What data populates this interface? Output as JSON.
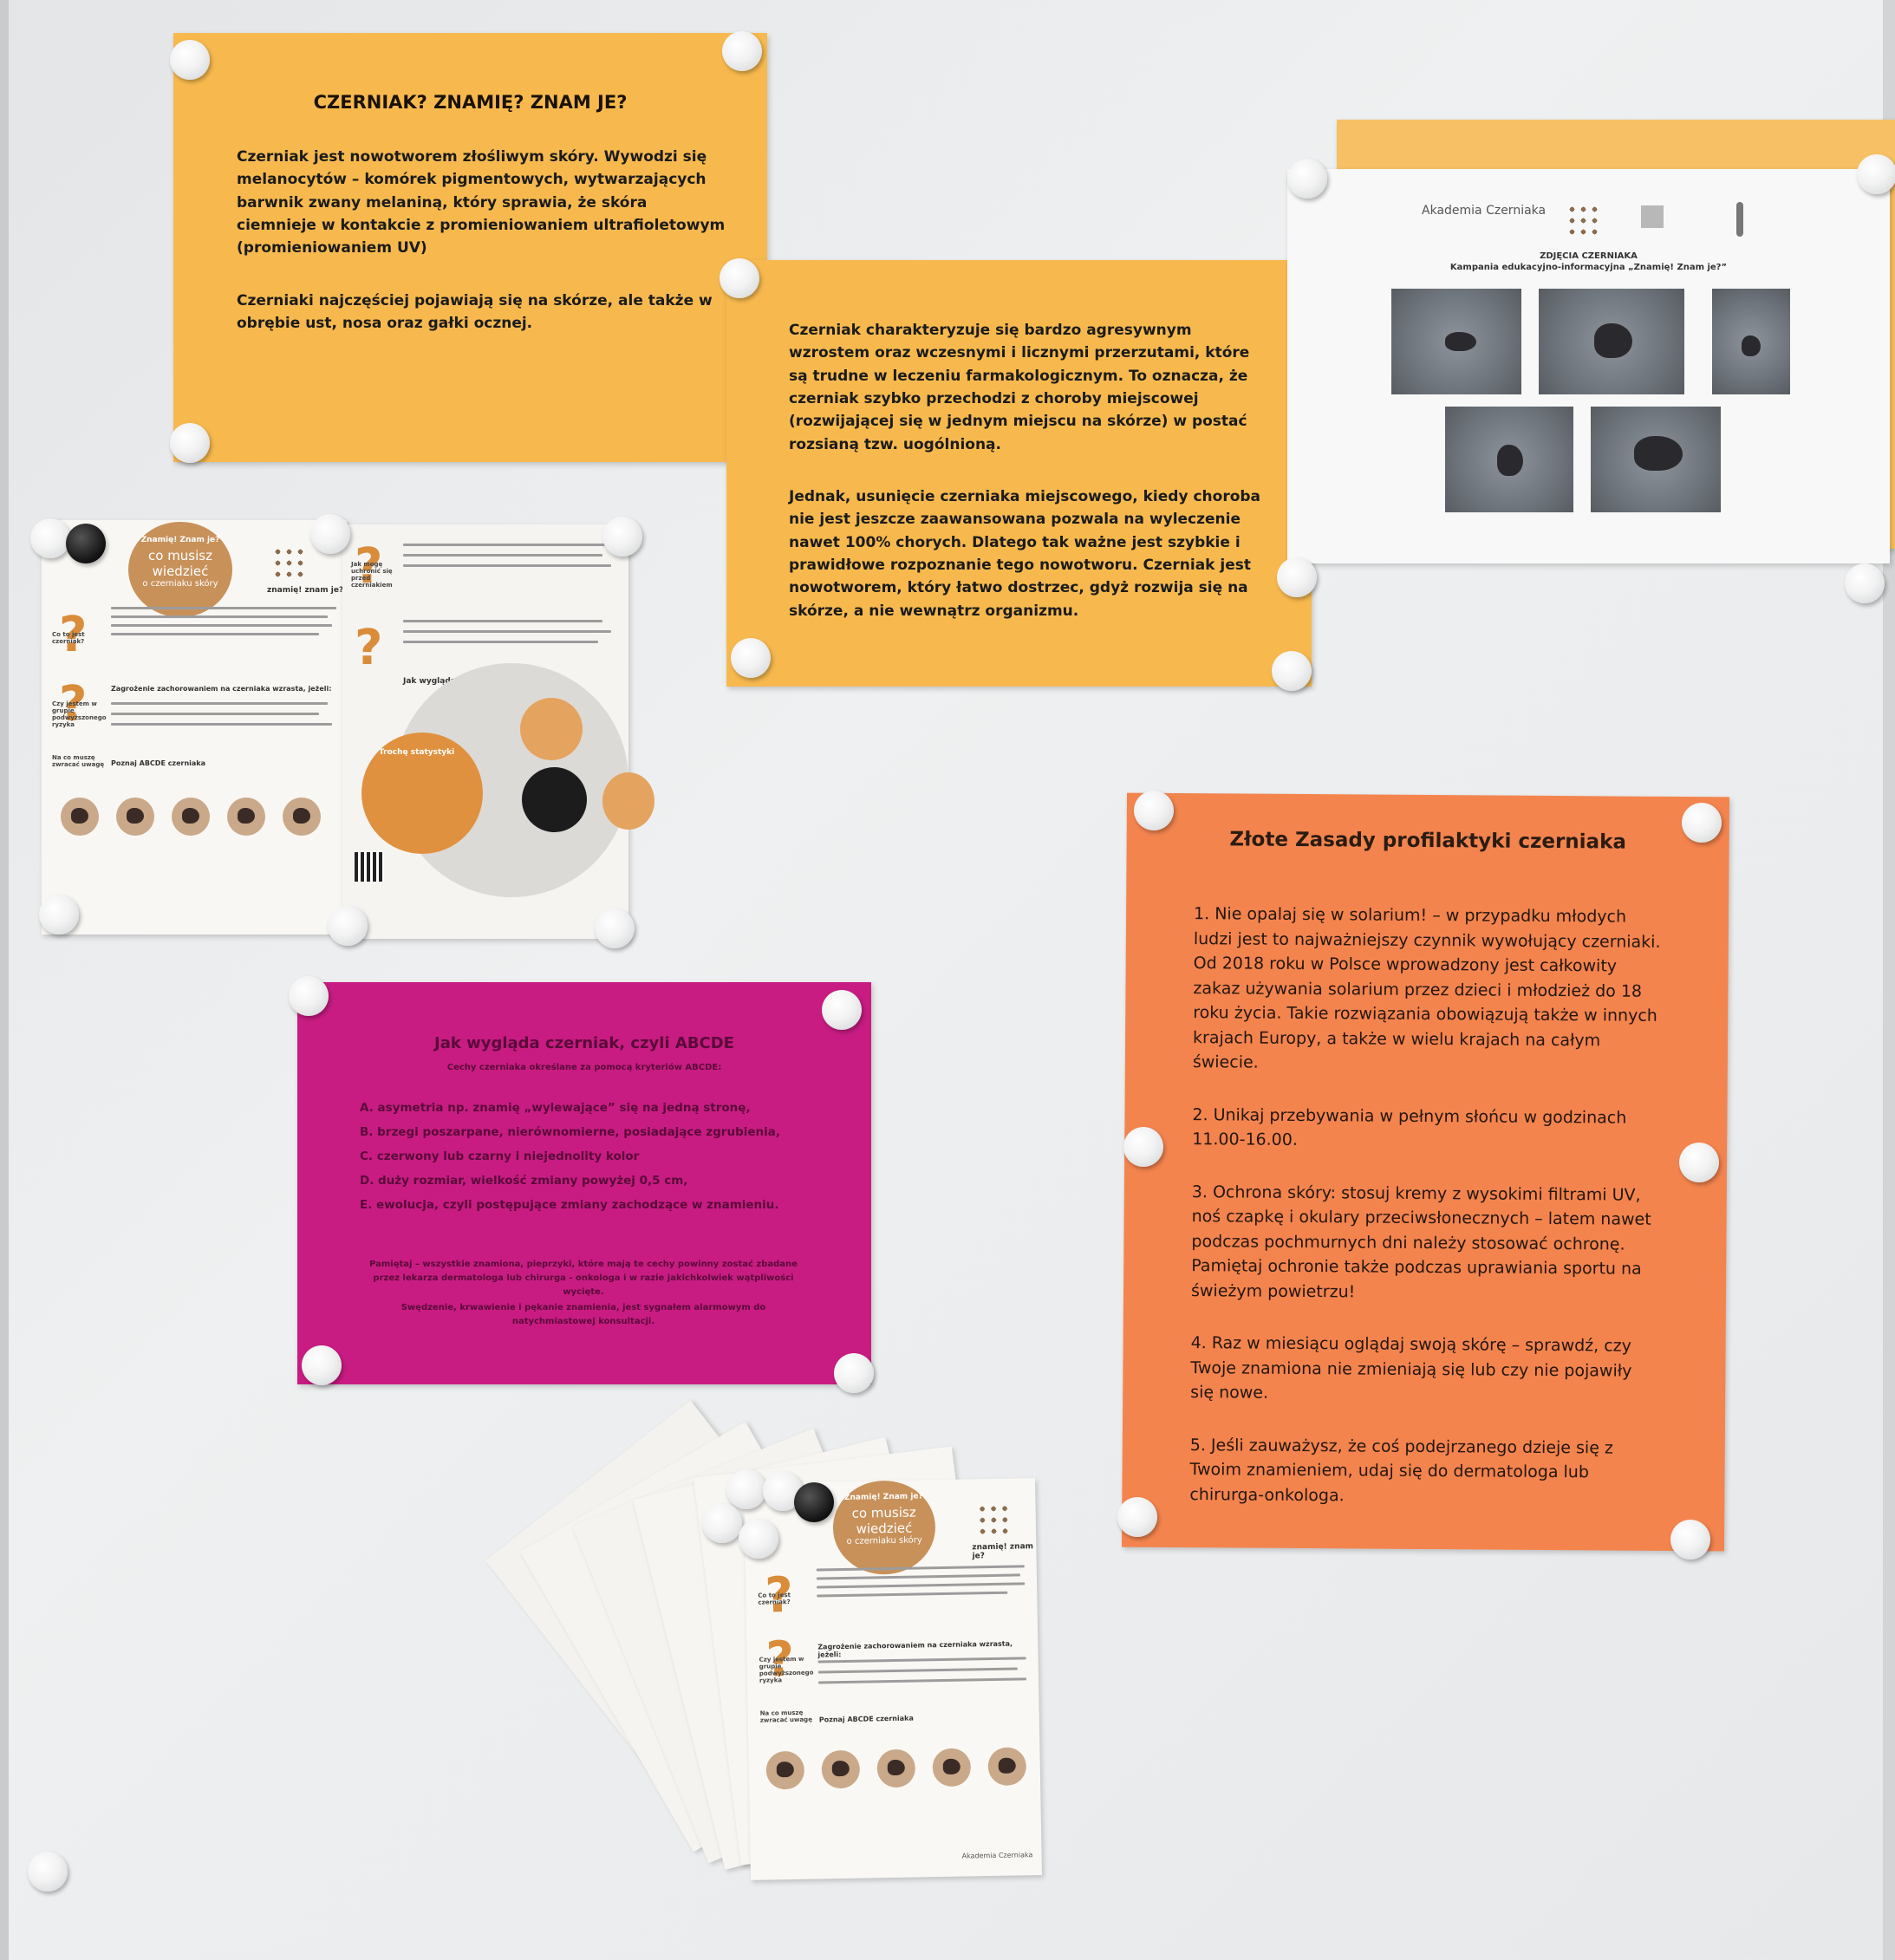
{
  "poster_czerniak_intro": {
    "title": "CZERNIAK? ZNAMIĘ? ZNAM JE?",
    "para1": "Czerniak jest nowotworem złośliwym skóry. Wywodzi się melanocytów – komórek pigmentowych, wytwarzających barwnik zwany melaniną, który sprawia, że skóra ciemnieje w kontakcie z promieniowaniem ultrafioletowym (promieniowaniem UV)",
    "para2": "Czerniaki najczęściej pojawiają się na skórze, ale także w obrębie ust, nosa oraz gałki ocznej."
  },
  "poster_czerniak_aggressive": {
    "para1": "Czerniak charakteryzuje się bardzo agresywnym wzrostem oraz wczesnymi i licznymi przerzutami, które są trudne w leczeniu farmakologicznym. To oznacza, że czerniak szybko przechodzi z choroby miejscowej (rozwijającej się w jednym miejscu na skórze) w postać rozsianą tzw. uogólnioną.",
    "para2": "Jednak, usunięcie czerniaka miejscowego, kiedy choroba nie jest jeszcze zaawansowana pozwala na wyleczenie nawet 100% chorych. Dlatego tak ważne jest szybkie i prawidłowe rozpoznanie tego nowotworu. Czerniak jest nowotworem, który łatwo dostrzec, gdyż rozwija się na skórze, a nie wewnątrz organizmu."
  },
  "photo_sheet": {
    "logo_text": "Akademia Czerniaka",
    "heading": "ZDJĘCIA CZERNIAKA",
    "subheading": "Kampania edukacyjno-informacyjna „Znamię! Znam je?”"
  },
  "leaflet_top": {
    "badge_line1": "Znamię! Znam je?",
    "badge_line2": "co musisz wiedzieć",
    "badge_line3": "o czerniaku skóry",
    "brand": "znamię! znam je?",
    "q1": "Co to jest czerniak?",
    "q2": "Czy jestem w grupie podwyższonego ryzyka",
    "q3": "Na co muszę zwracać uwagę",
    "risk_heading": "Zagrożenie zachorowaniem na czerniaka wzrasta, jeżeli:",
    "abcde_heading": "Poznaj ABCDE czerniaka",
    "q4": "Jak mogę uchronić się przed czerniakiem",
    "q5": "Jak wygląda badanie skóry?",
    "stats_label": "Trochę statystyki"
  },
  "poster_abcde": {
    "title": "Jak wygląda czerniak, czyli ABCDE",
    "subtitle": "Cechy czerniaka określane za pomocą kryteriów ABCDE:",
    "items": [
      "A. asymetria np. znamię „wylewające” się na jedną stronę,",
      "B. brzegi poszarpane, nierównomierne, posiadające zgrubienia,",
      "C. czerwony lub czarny i niejednolity kolor",
      "D. duży rozmiar, wielkość zmiany powyżej 0,5 cm,",
      "E. ewolucja, czyli postępujące zmiany zachodzące w znamieniu."
    ],
    "note1": "Pamiętaj – wszystkie znamiona, pieprzyki, które mają te cechy powinny zostać zbadane przez lekarza dermatologa lub chirurga - onkologa i w razie jakichkolwiek wątpliwości wycięte.",
    "note2": "Swędzenie, krwawienie i pękanie znamienia, jest sygnałem alarmowym do natychmiastowej konsultacji."
  },
  "poster_golden_rules": {
    "title": "Złote Zasady profilaktyki czerniaka",
    "rules": [
      "1. Nie opalaj się w solarium! – w przypadku młodych ludzi jest to najważniejszy czynnik wywołujący czerniaki. Od 2018 roku w Polsce wprowadzony jest całkowity zakaz używania solarium przez dzieci i młodzież do 18 roku życia. Takie rozwiązania obowiązują także w innych krajach Europy, a także w wielu krajach na całym świecie.",
      "2. Unikaj przebywania w pełnym słońcu w godzinach 11.00-16.00.",
      "3. Ochrona skóry: stosuj kremy z wysokimi filtrami UV, noś czapkę i okulary przeciwsłonecznych – latem nawet podczas pochmurnych dni należy stosować ochronę. Pamiętaj ochronie także podczas uprawiania sportu na świeżym powietrzu!",
      "4. Raz w miesiącu oglądaj swoją skórę – sprawdź, czy Twoje znamiona nie zmieniają się lub czy nie pojawiły się nowe.",
      "5. Jeśli zauważysz, że coś podejrzanego dzieje się z Twoim znamieniem, udaj się do dermatologa lub chirurga-onkologa."
    ]
  },
  "leaflet_stack": {
    "badge_line1": "Znamię! Znam je?",
    "badge_line2": "co musisz wiedzieć",
    "badge_line3": "o czerniaku skóry",
    "brand": "znamię! znam je?",
    "q1": "Co to jest czerniak?",
    "q2": "Czy jestem w grupie podwyższonego ryzyka",
    "q3": "Na co muszę zwracać uwagę",
    "risk_heading": "Zagrożenie zachorowaniem na czerniaka wzrasta, jeżeli:",
    "abcde_heading": "Poznaj ABCDE czerniaka",
    "footer_logo": "Akademia Czerniaka"
  },
  "colors": {
    "wall": "#e9ebec",
    "yellow_poster": "#f7b94e",
    "pink_poster": "#c81c82",
    "orange_poster": "#f4844e",
    "leaflet_accent": "#d98c3a"
  }
}
